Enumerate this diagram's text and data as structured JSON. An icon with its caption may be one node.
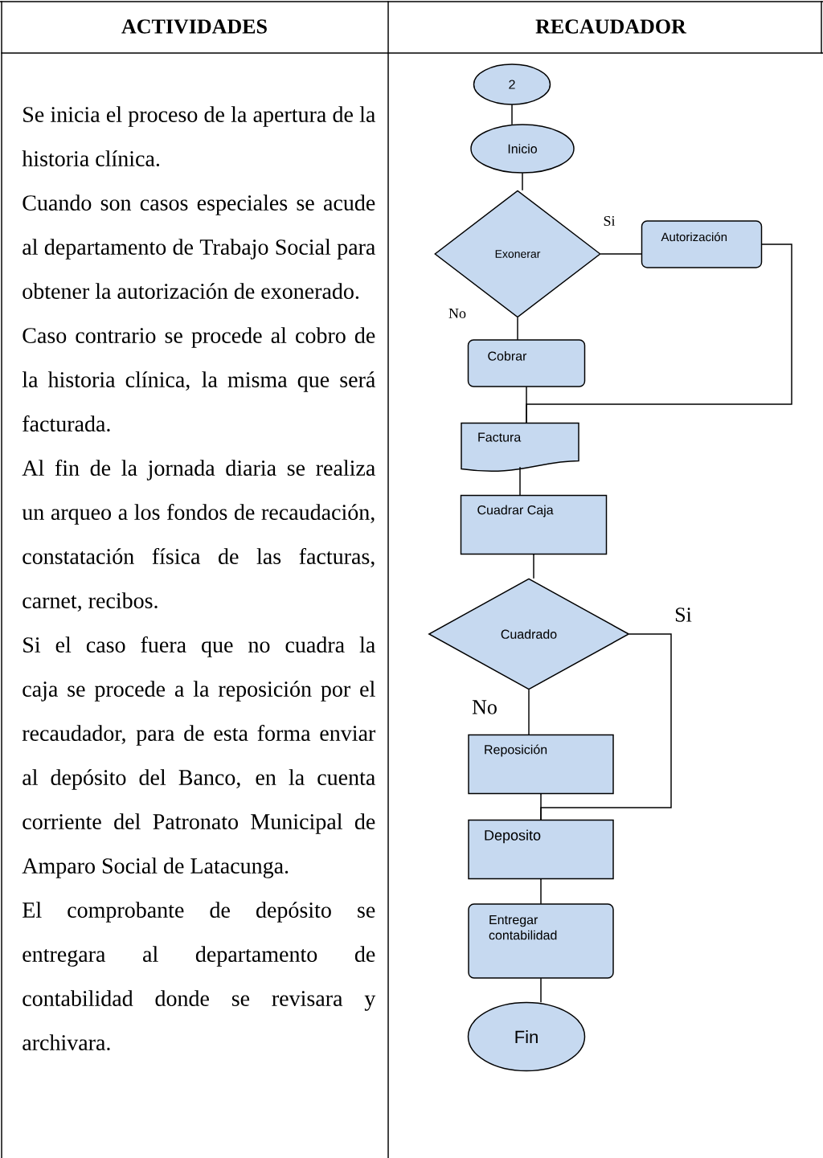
{
  "diagram": {
    "nodes": [
      {
        "text": [
          "2"
        ]
      },
      {
        "text": [
          "Inicio"
        ]
      },
      {
        "text": [
          "Exonerar"
        ]
      },
      {
        "text": [
          "Autorización"
        ]
      },
      {
        "text": [
          "Cobrar"
        ]
      },
      {
        "text": [
          "Factura"
        ]
      },
      {
        "text": [
          "Cuadrar Caja"
        ]
      },
      {
        "text": [
          "Cuadrado"
        ]
      },
      {
        "text": [
          "Reposición"
        ]
      },
      {
        "text": [
          "Deposito"
        ]
      },
      {
        "text": [
          "Entregar contabilidad"
        ]
      },
      {
        "text": [
          "Fin"
        ]
      }
    ],
    "edges": [
      {
        "from": 0,
        "to": 1,
        "arrow": "none"
      },
      {
        "from": 1,
        "to": 2,
        "arrow": "none"
      },
      {
        "from": 2,
        "to": 3,
        "arrow": "none",
        "label": "Si"
      },
      {
        "from": 2,
        "to": 4,
        "arrow": "none",
        "label": "No"
      },
      {
        "from": 3,
        "to": 5,
        "arrow": "none"
      },
      {
        "from": 4,
        "to": 5,
        "arrow": "none"
      },
      {
        "from": 5,
        "to": 6,
        "arrow": "none"
      },
      {
        "from": 6,
        "to": 7,
        "arrow": "none"
      },
      {
        "from": 7,
        "to": 8,
        "arrow": "none",
        "label": "No"
      },
      {
        "from": 7,
        "to": 9,
        "arrow": "none",
        "label": "Si"
      },
      {
        "from": 8,
        "to": 9,
        "arrow": "none"
      },
      {
        "from": 9,
        "to": 10,
        "arrow": "none"
      },
      {
        "from": 10,
        "to": 11,
        "arrow": "none"
      }
    ],
    "labels": [
      "ACTIVIDADES",
      "RECAUDADOR",
      "Se inicia el proceso de la apertura de la historia clínica.",
      "Cuando son casos especiales se acude al departamento de Trabajo Social para obtener la autorización de exonerado.",
      "Caso contrario se procede al cobro de la historia clínica, la misma que será facturada.",
      "Al fin de la jornada diaria se realiza un arqueo a los fondos de recaudación, constatación física de las facturas, carnet, recibos.",
      "Si el caso fuera que no cuadra la caja se procede a la reposición por el recaudador, para de esta forma enviar al depósito del Banco, en la cuenta corriente del Patronato Municipal de Amparo Social de Latacunga.",
      "El comprobante de depósito se entregara al departamento de contabilidad donde se revisara y archivara."
    ]
  }
}
